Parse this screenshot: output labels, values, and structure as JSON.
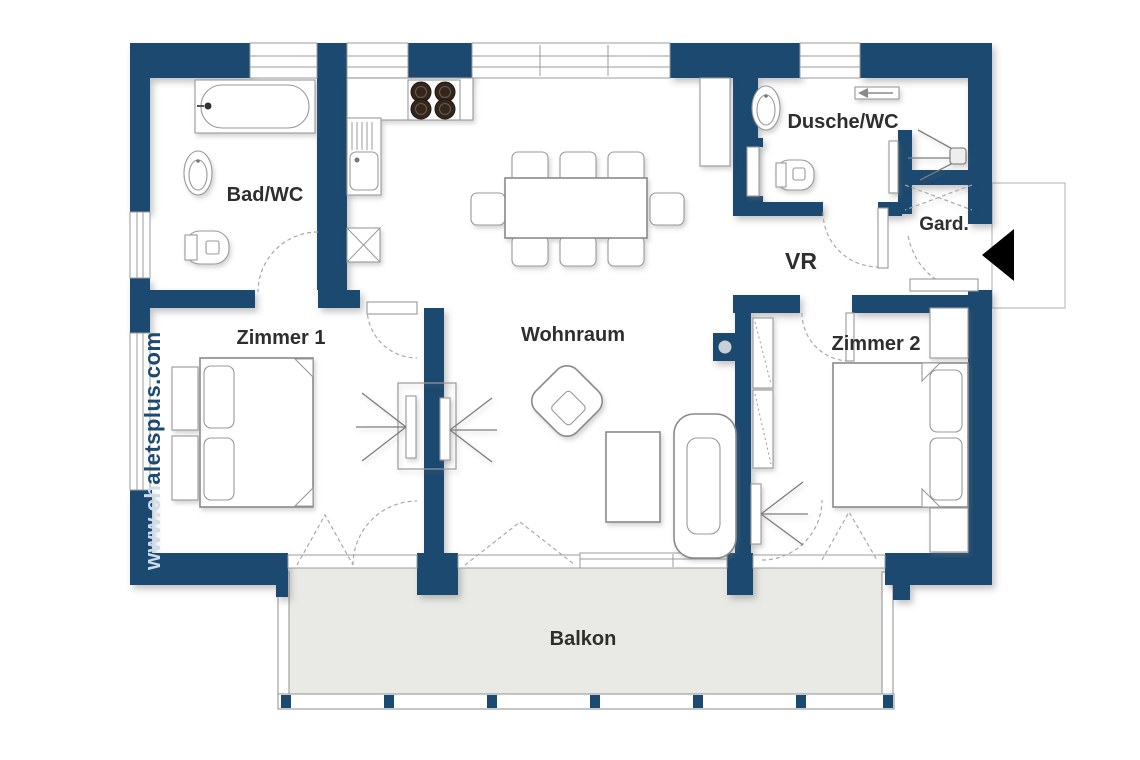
{
  "plan": {
    "rooms": {
      "bad_wc": "Bad/WC",
      "dusche_wc": "Dusche/WC",
      "gard": "Gard.",
      "vr": "VR",
      "wohnraum": "Wohnraum",
      "zimmer1": "Zimmer 1",
      "zimmer2": "Zimmer 2",
      "balkon": "Balkon"
    },
    "watermark": {
      "full": "www.chaletsplus.com",
      "on_wall_part": "www.ch",
      "on_floor_part": "aletsplus.com"
    },
    "colors": {
      "wall": "#1b4a70",
      "balcony_floor": "#e9e9e6",
      "outline": "#8f8f8f",
      "label_text": "#2e2e2e",
      "watermark_dark": "#1c4a70",
      "watermark_light": "#cddcec",
      "burner_dark": "#34281f",
      "entrance_arrow": "#000000"
    }
  }
}
